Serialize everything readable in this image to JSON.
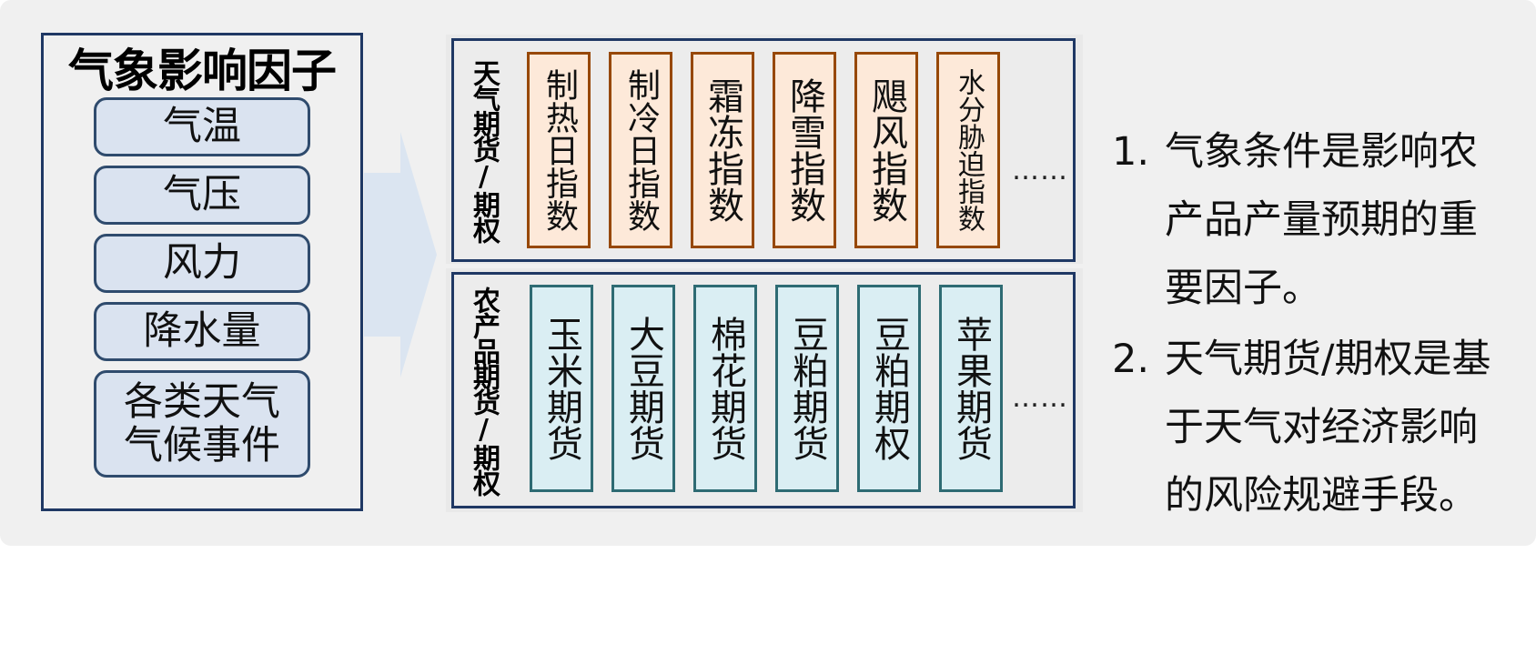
{
  "factors": {
    "title": "气象影响因子",
    "items": [
      {
        "label": "气温"
      },
      {
        "label": "气压"
      },
      {
        "label": "风力"
      },
      {
        "label": "降水量"
      },
      {
        "label": "各类天气\n气候事件"
      }
    ]
  },
  "weather_group": {
    "label": "天气期货/期权",
    "items": [
      "制热日指数",
      "制冷日指数",
      "霜冻指数",
      "降雪指数",
      "飓风指数",
      "水分胁迫指数"
    ],
    "ellipsis": "……"
  },
  "agri_group": {
    "label": "农产品期货/期权",
    "items": [
      "玉米期货",
      "大豆期货",
      "棉花期货",
      "豆粕期货",
      "豆粕期权",
      "苹果期货"
    ],
    "ellipsis": "……"
  },
  "notes": [
    {
      "num": "1.",
      "text": "气象条件是影响农产品产量预期的重要因子。"
    },
    {
      "num": "2.",
      "text": "天气期货/期权是基于天气对经济影响的风险规避手段。"
    }
  ],
  "colors": {
    "panel_bg": "#f0f0f0",
    "border_navy": "#1f3864",
    "pill_fill": "#dae3f0",
    "weather_fill": "#fde9d9",
    "weather_border": "#974806",
    "agri_fill": "#daeef3",
    "agri_border": "#2e6b73",
    "arrow_fill": "#dbe5f1"
  }
}
